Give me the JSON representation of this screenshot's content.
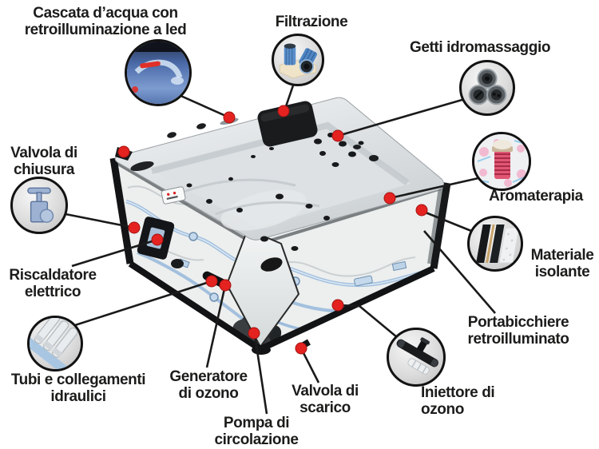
{
  "diagram": {
    "subject": "hot-tub cutaway feature diagram",
    "language": "it",
    "background_color": "#ffffff",
    "line_color": "#1a1a1a",
    "marker_dot_color": "#e42320",
    "label_color": "#1c1c1a"
  },
  "callouts": [
    {
      "id": "cascata",
      "label": "Cascata d’acqua con retroilluminazione a led",
      "icon": "led-waterfall-photo"
    },
    {
      "id": "filtrazione",
      "label": "Filtrazione",
      "icon": "filter-cartridges-photo"
    },
    {
      "id": "getti",
      "label": "Getti idromassaggio",
      "icon": "massage-jets-photo"
    },
    {
      "id": "valvola-chiusura",
      "label": "Valvola di chiusura",
      "icon": "shutoff-valve-photo"
    },
    {
      "id": "aromaterapia",
      "label": "Aromaterapia",
      "icon": "aromatherapy-cartridge-photo"
    },
    {
      "id": "riscaldatore",
      "label": "Riscaldatore elettrico",
      "icon": null
    },
    {
      "id": "materiale-isolante",
      "label": "Materiale isolante",
      "icon": "insulation-layers-photo"
    },
    {
      "id": "tubi",
      "label": "Tubi e collegamenti idraulici",
      "icon": "plumbing-pipes-photo"
    },
    {
      "id": "generatore-ozono",
      "label": "Generatore di ozono",
      "icon": null
    },
    {
      "id": "portabicchiere",
      "label": "Portabicchiere retroilluminato",
      "icon": null
    },
    {
      "id": "pompa",
      "label": "Pompa di circolazione",
      "icon": null
    },
    {
      "id": "valvola-scarico",
      "label": "Valvola di scarico",
      "icon": null
    },
    {
      "id": "iniettore-ozono",
      "label": "Iniettore di ozono",
      "icon": "ozone-injector-photo"
    }
  ]
}
